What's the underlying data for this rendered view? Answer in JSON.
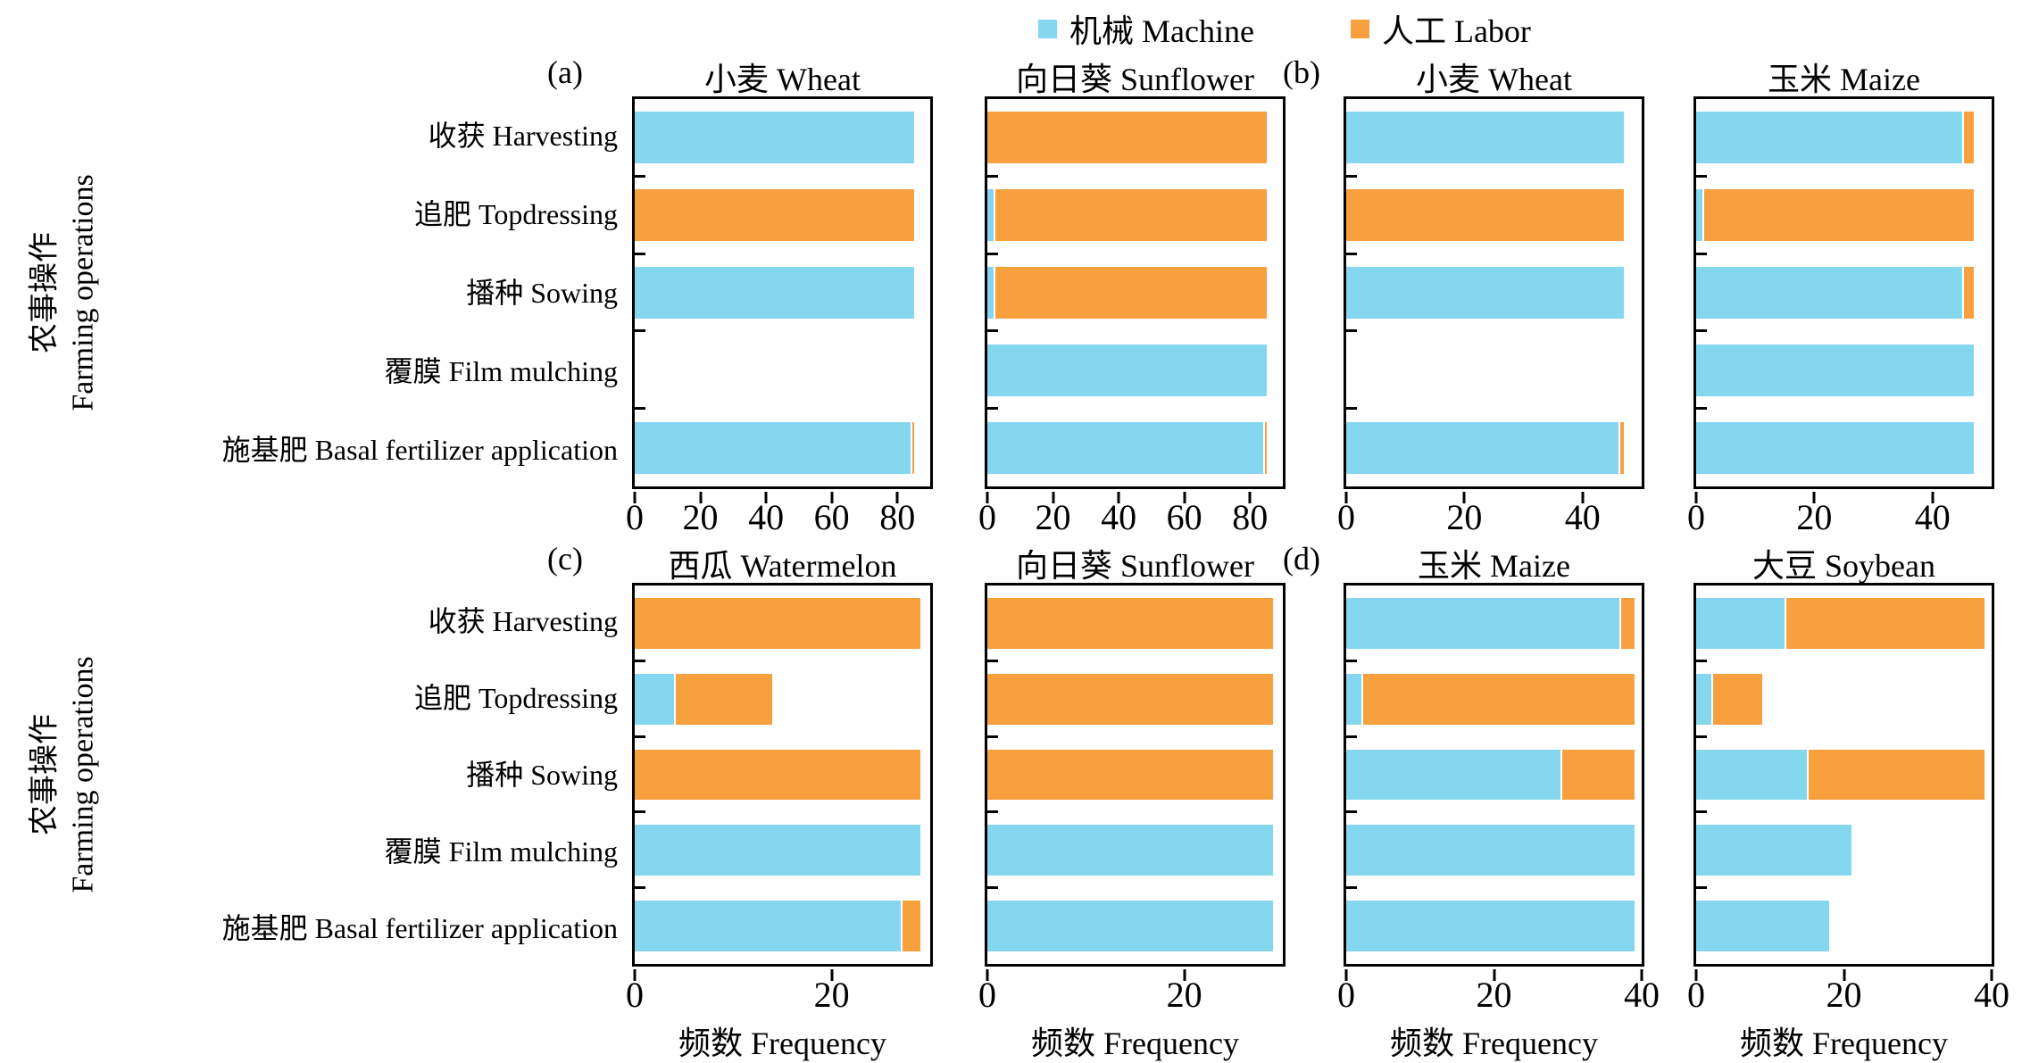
{
  "legend": {
    "items": [
      {
        "key": "machine",
        "label": "机械 Machine",
        "color": "#85D7F0"
      },
      {
        "key": "labor",
        "label": "人工 Labor",
        "color": "#F9A03E"
      }
    ]
  },
  "colors": {
    "machine": "#85D7F0",
    "labor": "#F9A03E",
    "axis": "#000000"
  },
  "y_axis_title_zh": "农事操作",
  "y_axis_title_en": "Farming operations",
  "x_axis_label": "频数 Frequency",
  "categories": [
    "收获 Harvesting",
    "追肥 Topdressing",
    "播种 Sowing",
    "覆膜 Film mulching",
    "施基肥 Basal fertilizer application"
  ],
  "chart_data": {
    "type": "bar",
    "orientation": "horizontal",
    "stacked": true,
    "series_names": [
      "机械 Machine",
      "人工 Labor"
    ],
    "categories_top_to_bottom": [
      "收获 Harvesting",
      "追肥 Topdressing",
      "播种 Sowing",
      "覆膜 Film mulching",
      "施基肥 Basal fertilizer application"
    ],
    "xlabel": "频数 Frequency",
    "ylabel": "农事操作 Farming operations",
    "panels": [
      {
        "label": "(a)",
        "row": 0,
        "subplots": [
          {
            "title": "小麦 Wheat",
            "xlim": [
              0,
              90
            ],
            "xticks": [
              0,
              20,
              40,
              60,
              80
            ],
            "machine": [
              85,
              0,
              85,
              0,
              84
            ],
            "labor": [
              0,
              85,
              0,
              0,
              1
            ]
          },
          {
            "title": "向日葵 Sunflower",
            "xlim": [
              0,
              90
            ],
            "xticks": [
              0,
              20,
              40,
              60,
              80
            ],
            "machine": [
              0,
              2,
              2,
              85,
              84
            ],
            "labor": [
              85,
              83,
              83,
              0,
              1
            ]
          }
        ]
      },
      {
        "label": "(b)",
        "row": 0,
        "subplots": [
          {
            "title": "小麦 Wheat",
            "xlim": [
              0,
              50
            ],
            "xticks": [
              0,
              20,
              40
            ],
            "machine": [
              47,
              0,
              47,
              0,
              46
            ],
            "labor": [
              0,
              47,
              0,
              0,
              1
            ]
          },
          {
            "title": "玉米 Maize",
            "xlim": [
              0,
              50
            ],
            "xticks": [
              0,
              20,
              40
            ],
            "machine": [
              45,
              1,
              45,
              47,
              47
            ],
            "labor": [
              2,
              46,
              2,
              0,
              0
            ]
          }
        ]
      },
      {
        "label": "(c)",
        "row": 1,
        "subplots": [
          {
            "title": "西瓜 Watermelon",
            "xlim": [
              0,
              30
            ],
            "xticks": [
              0,
              20
            ],
            "machine": [
              0,
              4,
              0,
              29,
              27
            ],
            "labor": [
              29,
              10,
              29,
              0,
              2
            ]
          },
          {
            "title": "向日葵 Sunflower",
            "xlim": [
              0,
              30
            ],
            "xticks": [
              0,
              20
            ],
            "machine": [
              0,
              0,
              0,
              29,
              29
            ],
            "labor": [
              29,
              29,
              29,
              0,
              0
            ]
          }
        ]
      },
      {
        "label": "(d)",
        "row": 1,
        "subplots": [
          {
            "title": "玉米 Maize",
            "xlim": [
              0,
              40
            ],
            "xticks": [
              0,
              20,
              40
            ],
            "machine": [
              37,
              2,
              29,
              39,
              39
            ],
            "labor": [
              2,
              37,
              10,
              0,
              0
            ]
          },
          {
            "title": "大豆 Soybean",
            "xlim": [
              0,
              40
            ],
            "xticks": [
              0,
              20,
              40
            ],
            "machine": [
              12,
              2,
              15,
              21,
              18
            ],
            "labor": [
              27,
              7,
              24,
              0,
              0
            ]
          }
        ]
      }
    ]
  }
}
